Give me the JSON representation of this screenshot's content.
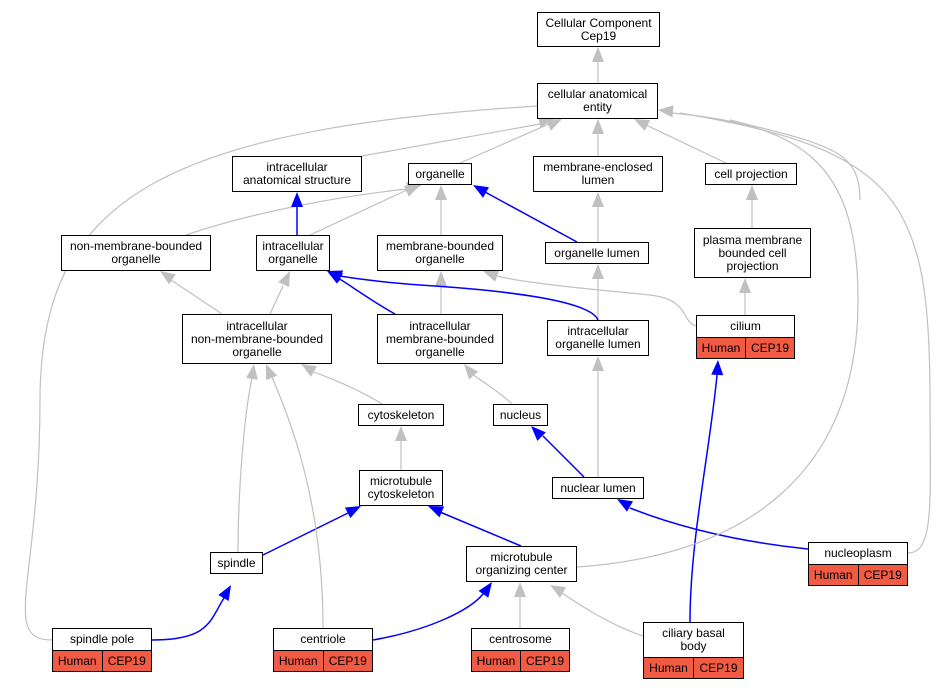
{
  "diagram": {
    "root": "Cellular Component\nCep19",
    "terms": {
      "cellular_anatomical_entity": "cellular anatomical\nentity",
      "intracellular_anatomical_structure": "intracellular\nanatomical structure",
      "organelle": "organelle",
      "membrane_enclosed_lumen": "membrane-enclosed\nlumen",
      "cell_projection": "cell projection",
      "non_membrane_bounded_organelle": "non-membrane-bounded\norganelle",
      "intracellular_organelle": "intracellular\norganelle",
      "membrane_bounded_organelle": "membrane-bounded\norganelle",
      "organelle_lumen": "organelle lumen",
      "plasma_membrane_bounded_cell_projection": "plasma membrane\nbounded cell\nprojection",
      "intracellular_non_membrane_bounded_organelle": "intracellular\nnon-membrane-bounded\norganelle",
      "intracellular_membrane_bounded_organelle": "intracellular\nmembrane-bounded\norganelle",
      "intracellular_organelle_lumen": "intracellular\norganelle lumen",
      "cilium": "cilium",
      "cytoskeleton": "cytoskeleton",
      "nucleus": "nucleus",
      "microtubule_cytoskeleton": "microtubule\ncytoskeleton",
      "nuclear_lumen": "nuclear lumen",
      "spindle": "spindle",
      "microtubule_organizing_center": "microtubule\norganizing center",
      "nucleoplasm": "nucleoplasm",
      "spindle_pole": "spindle pole",
      "centriole": "centriole",
      "centrosome": "centrosome",
      "ciliary_basal_body": "ciliary basal\nbody"
    },
    "annotation_tags": [
      "Human",
      "CEP19"
    ],
    "colors": {
      "is_a_edge": "#c0c0c0",
      "part_of_edge": "#0000ff",
      "tag_fill": "#f15a43",
      "node_border": "#000000"
    }
  }
}
